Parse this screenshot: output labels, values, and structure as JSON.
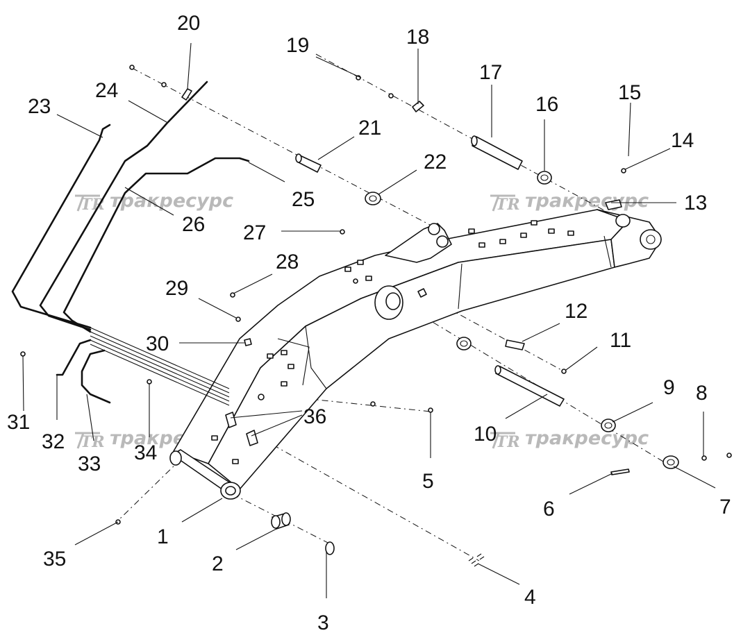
{
  "watermark": {
    "logo": "TR",
    "text": "тракресурс"
  },
  "callouts": [
    "1",
    "2",
    "3",
    "4",
    "5",
    "6",
    "7",
    "8",
    "9",
    "10",
    "11",
    "12",
    "13",
    "14",
    "15",
    "16",
    "17",
    "18",
    "19",
    "20",
    "21",
    "22",
    "23",
    "24",
    "25",
    "26",
    "27",
    "28",
    "29",
    "30",
    "31",
    "32",
    "33",
    "34",
    "35",
    "36"
  ]
}
